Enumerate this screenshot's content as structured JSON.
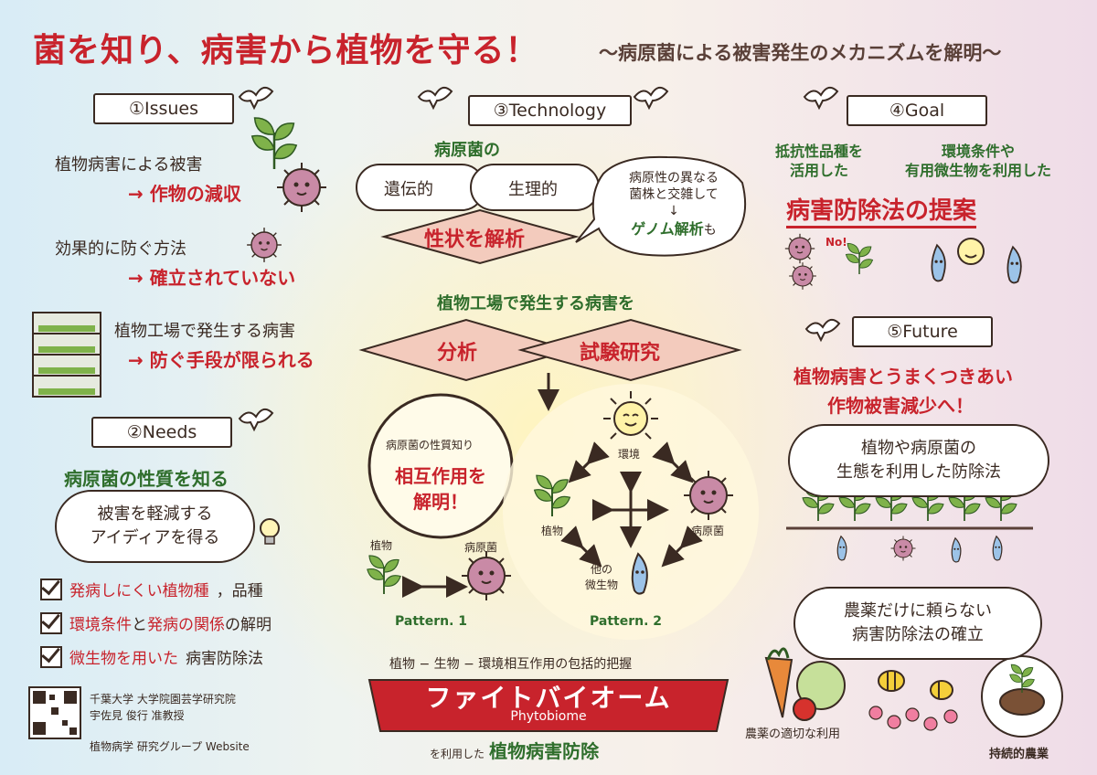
{
  "header": {
    "title": "菌を知り、病害から植物を守る！",
    "subtitle": "〜病原菌による被害発生のメカニズムを解明〜"
  },
  "issues": {
    "banner": "①Issues",
    "items": [
      {
        "text": "植物病害による被害",
        "result": "→ 作物の減収"
      },
      {
        "text": "効果的に防ぐ方法",
        "result": "→ 確立されていない"
      },
      {
        "text": "植物工場で発生する病害",
        "result": "→ 防ぐ手段が限られる"
      }
    ]
  },
  "needs": {
    "banner": "②Needs",
    "heading": "病原菌の性質を知る",
    "cloud_lines": [
      "被害を軽減する",
      "アイディアを得る"
    ],
    "checklist": [
      {
        "red": "発病しにくい植物種",
        "rest": "，品種"
      },
      {
        "red": "環境条件",
        "mid": "と",
        "red2": "発病の関係",
        "rest": "の解明"
      },
      {
        "red": "微生物を用いた",
        "rest": "病害防除法"
      }
    ]
  },
  "technology": {
    "banner": "③Technology",
    "pathogen_label": "病原菌の",
    "venn_left": "遺伝的",
    "venn_right": "生理的",
    "analyze": "性状を解析",
    "bubble_lines": [
      "病原性の異なる",
      "菌株と交雑して",
      "↓"
    ],
    "bubble_genome": "ゲノム解析",
    "bubble_mo": "も",
    "factory_heading": "植物工場で発生する病害を",
    "diamond_left": "分析",
    "diamond_right": "試験研究",
    "circle_small": "病原菌の性質知り",
    "circle_big_1": "相互作用を",
    "circle_big_2": "解明！",
    "p1_plant": "植物",
    "p1_pathogen": "病原菌",
    "p1_label": "Pattern. 1",
    "p2_env": "環境",
    "p2_plant": "植物",
    "p2_pathogen": "病原菌",
    "p2_micro_1": "他の",
    "p2_micro_2": "微生物",
    "p2_label": "Pattern. 2",
    "phyto_top": "植物 − 生物 − 環境相互作用の包括的把握",
    "phyto_main": "ファイトバイオーム",
    "phyto_en": "Phytobiome",
    "phyto_use": "を利用した",
    "phyto_bottom": "植物病害防除"
  },
  "goal": {
    "banner": "④Goal",
    "left_1": "抵抗性品種を",
    "left_2": "活用した",
    "right_1": "環境条件や",
    "right_2": "有用微生物を利用した",
    "proposal": "病害防除法の提案",
    "no": "No!"
  },
  "future": {
    "banner": "⑤Future",
    "line1": "植物病害とうまくつきあい",
    "line2": "作物被害減少へ！",
    "cloud1": [
      "植物や病原菌の",
      "生態を利用した防除法"
    ],
    "cloud2": [
      "農薬だけに頼らない",
      "病害防除法の確立"
    ],
    "pesticide": "農薬の適切な利用",
    "sustainable": "持続的農業"
  },
  "footer": {
    "affil": "千葉大学 大学院園芸学研究院",
    "people": "宇佐見 俊行 准教授",
    "website": "植物病学 研究グループ Website"
  },
  "colors": {
    "accent_red": "#c8232c",
    "green": "#2f6e2c",
    "pink": "#f3cbbd",
    "brown": "#3a2a22"
  }
}
